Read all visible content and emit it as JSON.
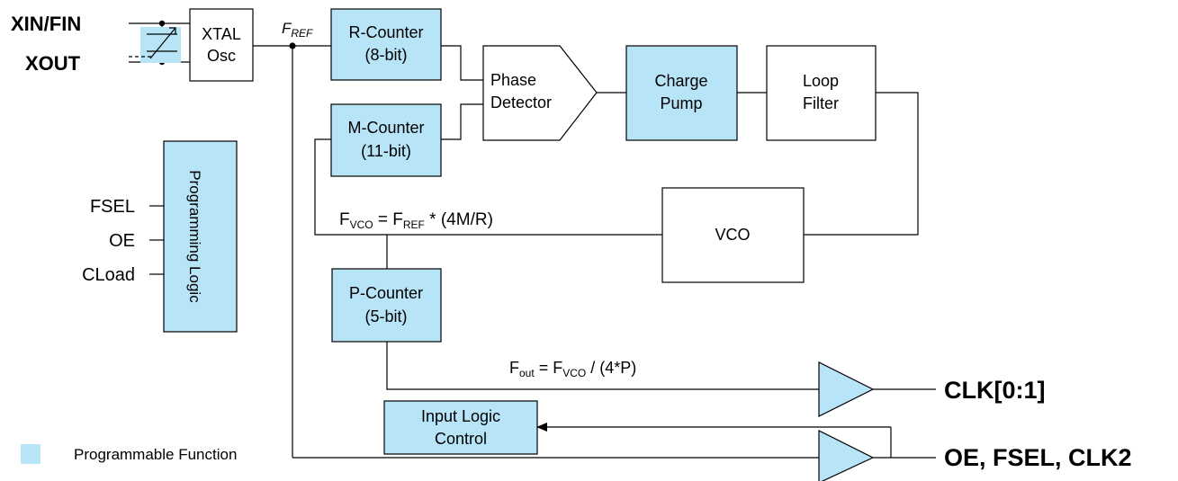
{
  "colors": {
    "programmable": "#b8e4f8",
    "plain": "#ffffff",
    "line": "#000000"
  },
  "pins": {
    "xin": "XIN/FIN",
    "xout": "XOUT"
  },
  "blocks": {
    "xtal": [
      "XTAL",
      "Osc"
    ],
    "r_counter": [
      "R-Counter",
      "(8-bit)"
    ],
    "m_counter": [
      "M-Counter",
      "(11-bit)"
    ],
    "phase_detector": [
      "Phase",
      "Detector"
    ],
    "charge_pump": [
      "Charge",
      "Pump"
    ],
    "loop_filter": [
      "Loop",
      "Filter"
    ],
    "vco": "VCO",
    "p_counter": [
      "P-Counter",
      "(5-bit)"
    ],
    "programming_logic": "Programming Logic",
    "input_logic": [
      "Input Logic",
      "Control"
    ]
  },
  "signals": {
    "fref": {
      "main": "F",
      "sub": "REF"
    },
    "fvco_eq": {
      "f1": "F",
      "s1": "VCO",
      "mid": " = F",
      "s2": "REF",
      "tail": " * (4M/R)"
    },
    "fout_eq": {
      "f1": "F",
      "s1": "out",
      "mid": " = F",
      "s2": "VCO",
      "tail": " / (4*P)"
    }
  },
  "inputs": [
    "FSEL",
    "OE",
    "CLoad"
  ],
  "outputs": {
    "clk": "CLK[0:1]",
    "ctrl": "OE, FSEL, CLK2"
  },
  "legend": {
    "label": "Programmable Function"
  }
}
